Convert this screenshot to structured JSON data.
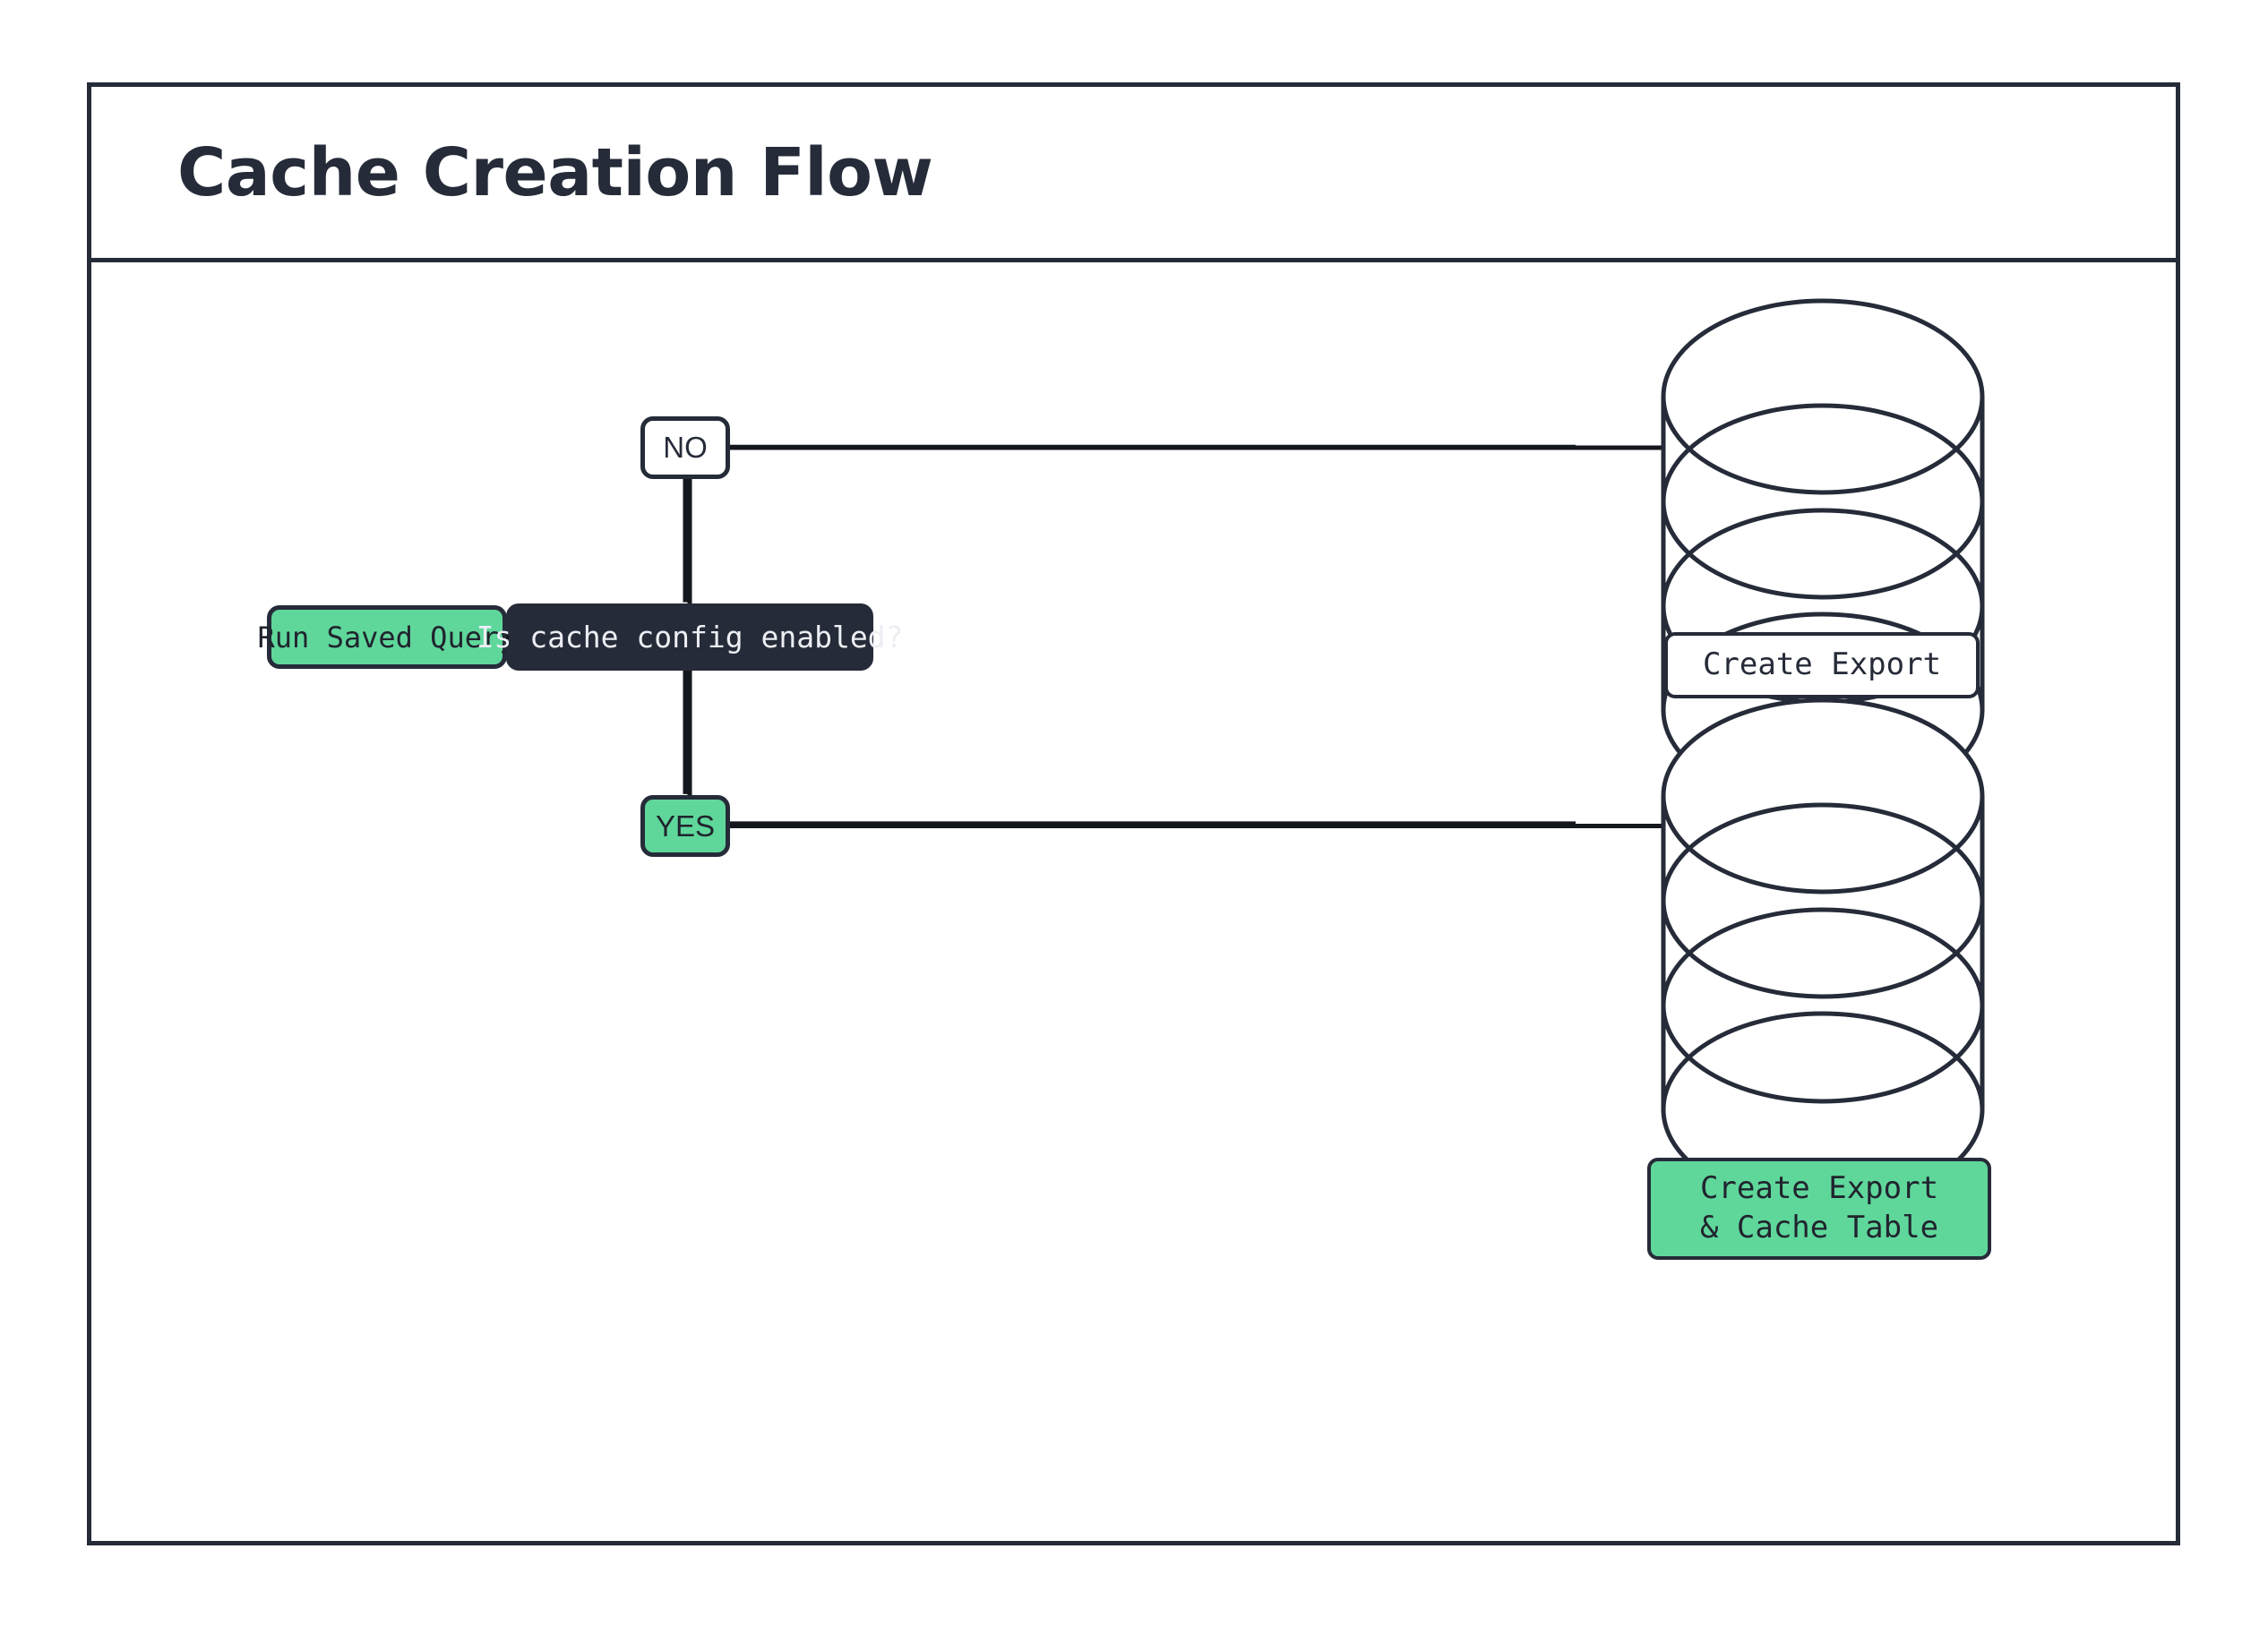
{
  "diagram": {
    "title": "Cache Creation Flow",
    "colors": {
      "ink": "#262b39",
      "accent_green": "#5fd79b",
      "node_dark_bg": "#262b39",
      "node_dark_text": "#eceef3",
      "canvas": "#ffffff"
    },
    "nodes": {
      "run_saved_query": {
        "label": "Run Saved Query",
        "shape": "rounded-rect",
        "fill": "green"
      },
      "decision": {
        "label": "Is cache config enabled?",
        "shape": "rounded-rect",
        "fill": "dark"
      },
      "branch_no": {
        "label": "NO",
        "shape": "rounded-rect",
        "fill": "white"
      },
      "branch_yes": {
        "label": "YES",
        "shape": "rounded-rect",
        "fill": "green"
      },
      "db_export": {
        "label": "Create Export",
        "shape": "database-cylinder",
        "fill": "white"
      },
      "db_cache": {
        "label": "Create Export\n& Cache Table",
        "shape": "database-cylinder",
        "fill": "green"
      }
    },
    "edges": [
      {
        "from": "run_saved_query",
        "to": "decision",
        "label": ""
      },
      {
        "from": "decision",
        "to": "branch_no",
        "label": ""
      },
      {
        "from": "decision",
        "to": "branch_yes",
        "label": ""
      },
      {
        "from": "branch_no",
        "to": "db_export",
        "label": ""
      },
      {
        "from": "branch_yes",
        "to": "db_cache",
        "label": ""
      }
    ]
  }
}
